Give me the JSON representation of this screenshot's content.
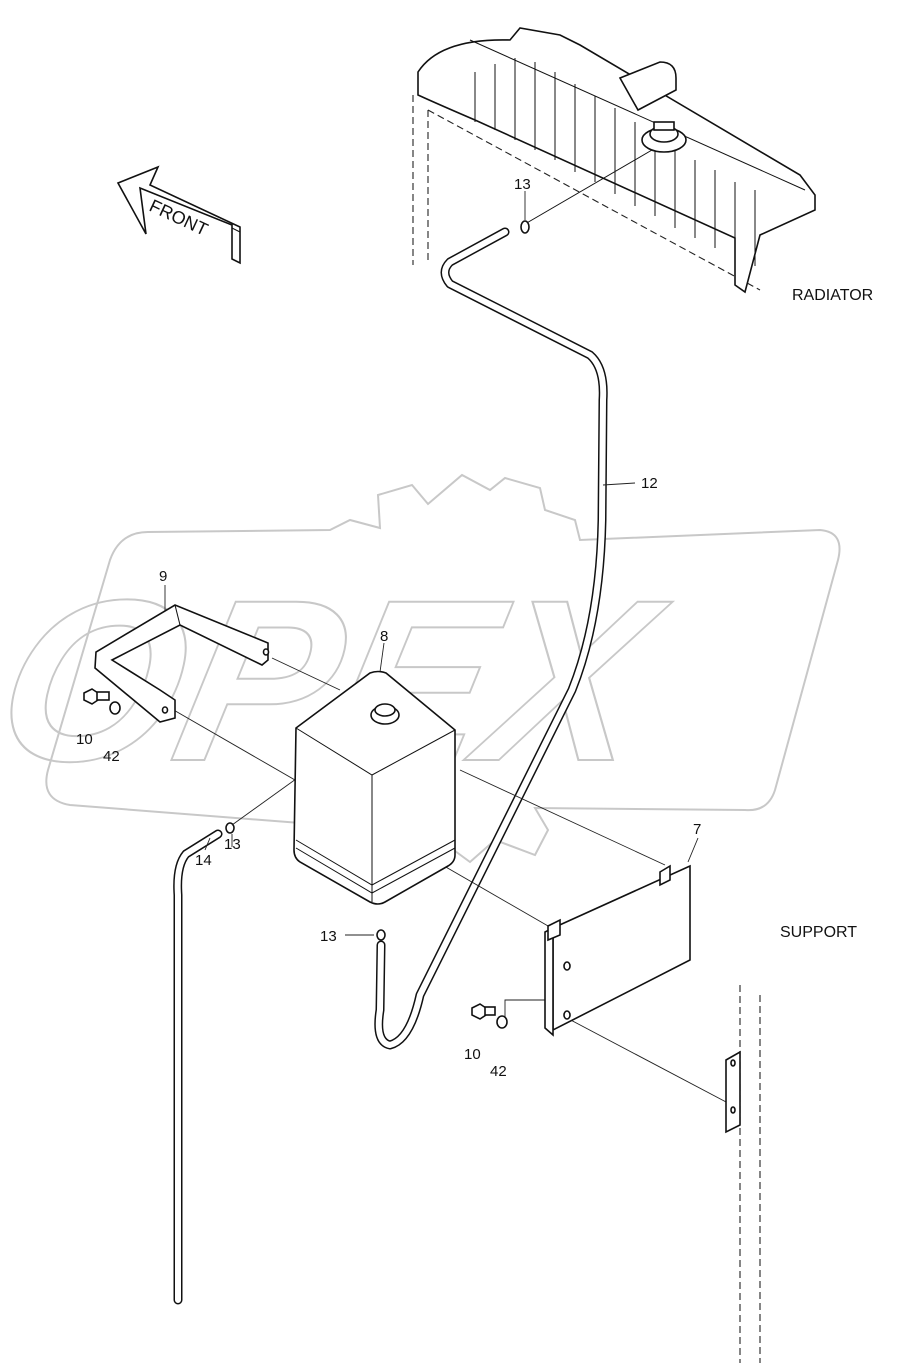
{
  "captions": {
    "radiator": "RADIATOR",
    "support": "SUPPORT",
    "front": "FRONT"
  },
  "watermark": "OPEX",
  "callouts": {
    "c13_top": "13",
    "c12": "12",
    "c9": "9",
    "c8": "8",
    "c10_left": "10",
    "c42_left": "42",
    "c13_mid": "13",
    "c14": "14",
    "c7": "7",
    "c13_bottom": "13",
    "c10_right": "10",
    "c42_right": "42"
  }
}
